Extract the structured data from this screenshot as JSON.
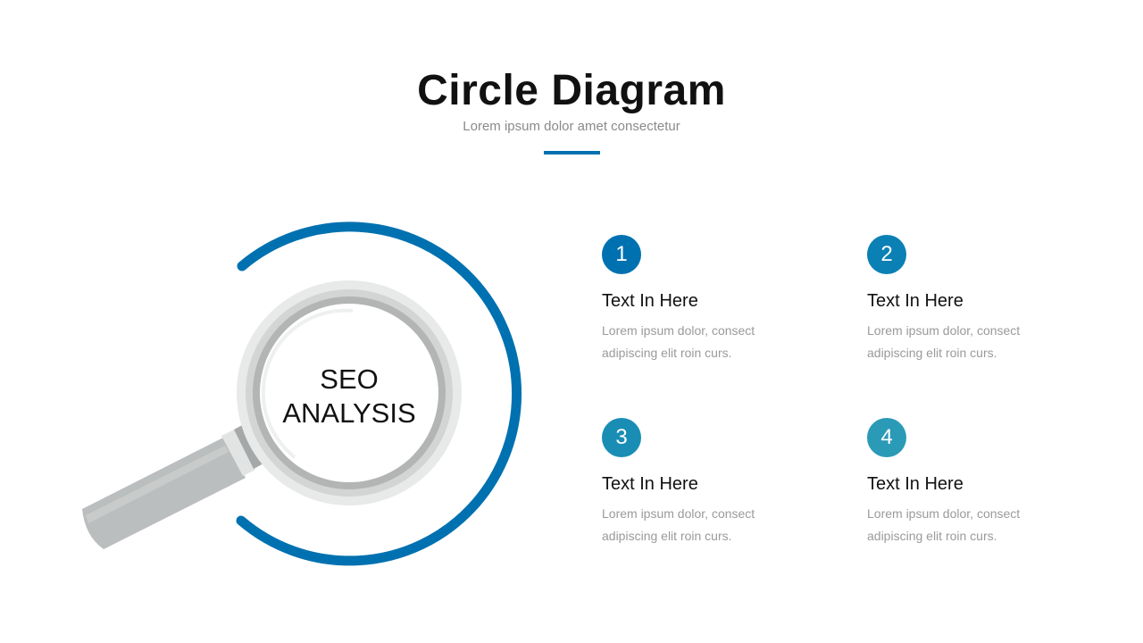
{
  "header": {
    "title": "Circle Diagram",
    "subtitle": "Lorem ipsum dolor amet consectetur"
  },
  "center": {
    "line1": "SEO",
    "line2": "ANALYSIS"
  },
  "colors": {
    "accent": "#0071b0"
  },
  "items": [
    {
      "number": "1",
      "title": "Text In Here",
      "desc": "Lorem ipsum dolor, consect adipiscing elit roin curs.",
      "color": "#0071b0"
    },
    {
      "number": "2",
      "title": "Text In Here",
      "desc": "Lorem ipsum dolor, consect adipiscing elit roin curs.",
      "color": "#0a80b4"
    },
    {
      "number": "3",
      "title": "Text In Here",
      "desc": "Lorem ipsum dolor, consect adipiscing elit roin curs.",
      "color": "#1a8db5"
    },
    {
      "number": "4",
      "title": "Text In Here",
      "desc": "Lorem ipsum dolor, consect adipiscing elit roin curs.",
      "color": "#2b9ab7"
    }
  ]
}
